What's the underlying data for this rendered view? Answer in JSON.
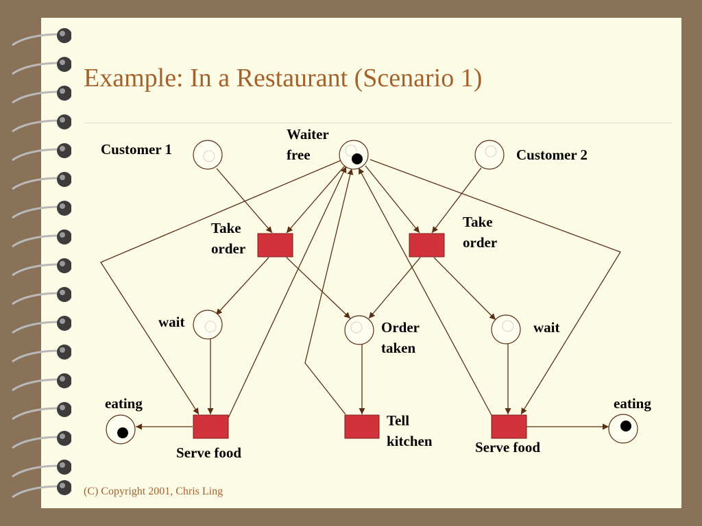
{
  "slide": {
    "title": "Example: In a Restaurant (Scenario 1)",
    "footer": "(C) Copyright 2001, Chris Ling"
  },
  "diagram": {
    "places": {
      "customer1": {
        "label": "Customer 1",
        "tokens": 0
      },
      "waiter_free": {
        "label_line1": "Waiter",
        "label_line2": "free",
        "tokens": 1
      },
      "customer2": {
        "label": "Customer 2",
        "tokens": 0
      },
      "wait_left": {
        "label": "wait",
        "tokens": 0
      },
      "order_taken": {
        "label_line1": "Order",
        "label_line2": "taken",
        "tokens": 0
      },
      "wait_right": {
        "label": "wait",
        "tokens": 0
      },
      "eating_left": {
        "label": "eating",
        "tokens": 1
      },
      "eating_right": {
        "label": "eating",
        "tokens": 1
      }
    },
    "transitions": {
      "take_order_left": {
        "label_line1": "Take",
        "label_line2": "order"
      },
      "take_order_right": {
        "label_line1": "Take",
        "label_line2": "order"
      },
      "serve_food_left": {
        "label": "Serve food"
      },
      "tell_kitchen": {
        "label_line1": "Tell",
        "label_line2": "kitchen"
      },
      "serve_food_right": {
        "label": "Serve food"
      }
    },
    "colors": {
      "transition_fill": "#d2333b",
      "arc": "#5a2e15",
      "place_fill": "#fdfdf0",
      "token": "#000000"
    }
  }
}
